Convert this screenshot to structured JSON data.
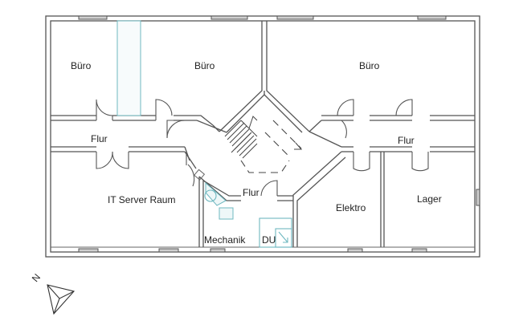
{
  "plan": {
    "rooms": [
      {
        "id": "buero-1",
        "label": "Büro"
      },
      {
        "id": "buero-2",
        "label": "Büro"
      },
      {
        "id": "buero-3",
        "label": "Büro"
      },
      {
        "id": "flur-left",
        "label": "Flur"
      },
      {
        "id": "flur-right",
        "label": "Flur"
      },
      {
        "id": "flur-center",
        "label": "Flur"
      },
      {
        "id": "it-server-raum",
        "label": "IT Server Raum"
      },
      {
        "id": "mechanik",
        "label": "Mechanik"
      },
      {
        "id": "du",
        "label": "DU"
      },
      {
        "id": "elektro",
        "label": "Elektro"
      },
      {
        "id": "lager",
        "label": "Lager"
      }
    ],
    "north_arrow": {
      "label": "N"
    },
    "colors": {
      "wall": "#555555",
      "fixture": "#6fb8c0",
      "text": "#222222"
    }
  }
}
